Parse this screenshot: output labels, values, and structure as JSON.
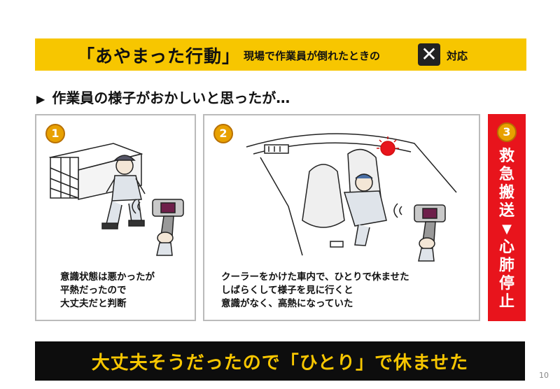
{
  "header": {
    "main": "「あやまった行動」",
    "sub": "現場で作業員が倒れたときの",
    "x_mark": "✕",
    "sub2": "対応"
  },
  "subheading": "作業員の様子がおかしいと思ったが…",
  "panel1": {
    "number": "1",
    "caption_lines": [
      "意識状態は悪かったが",
      "平熱だったので",
      "大丈夫だと判断"
    ],
    "thermometer_icon": "thermometer-gun-icon"
  },
  "panel2": {
    "number": "2",
    "caption_lines": [
      "クーラーをかけた車内で、ひとりで休ませた",
      "しばらくして様子を見に行くと",
      "意識がなく、高熱になっていた"
    ],
    "thermometer_icon": "thermometer-gun-icon"
  },
  "panel3": {
    "number": "3",
    "vertical_text": [
      "救",
      "急",
      "搬",
      "送",
      "▼",
      "心",
      "肺",
      "停",
      "止"
    ]
  },
  "banner": "大丈夫そうだったので「ひとり」で休ませた",
  "page_number": "10",
  "colors": {
    "accent_yellow": "#f7c600",
    "alert_red": "#e8141c",
    "banner_black": "#0d0d0d",
    "badge_orange": "#e8a100"
  }
}
